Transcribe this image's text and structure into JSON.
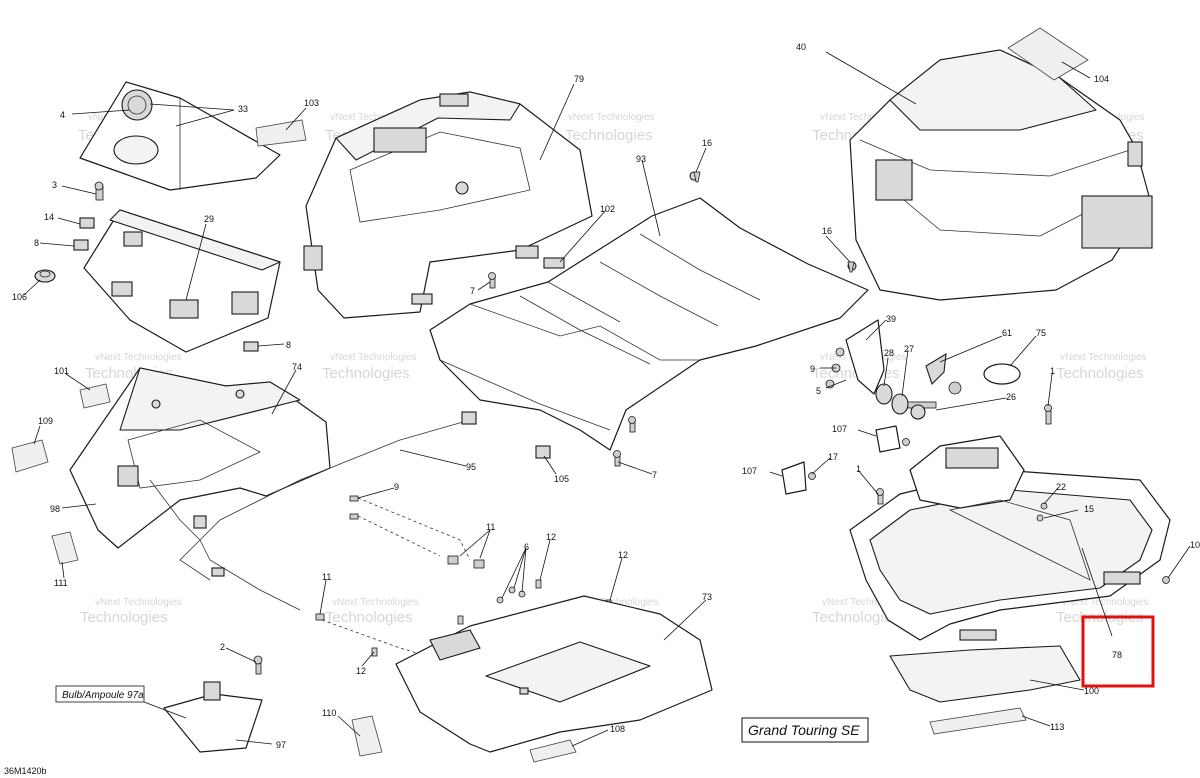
{
  "diagram": {
    "model_label": "Grand Touring SE",
    "bulb_label": "Bulb/Ampoule 97a",
    "drawing_code": "36M1420b",
    "highlight_colour": "#e01010",
    "callouts": {
      "c40": "40",
      "c104": "104",
      "c79": "79",
      "c103": "103",
      "c4": "4",
      "c33": "33",
      "c3": "3",
      "c14": "14",
      "c29": "29",
      "c8a": "8",
      "c106": "106",
      "c8b": "8",
      "c93": "93",
      "c16a": "16",
      "c16b": "16",
      "c102": "102",
      "c7a": "7",
      "c101": "101",
      "c74": "74",
      "c109": "109",
      "c98": "98",
      "c111": "111",
      "c95": "95",
      "c105": "105",
      "c7b": "7",
      "c9a": "9",
      "c11a": "11",
      "c6": "6",
      "c12a": "12",
      "c12b": "12",
      "c11b": "11",
      "c12c": "12",
      "c73": "73",
      "c2": "2",
      "c97": "97",
      "c110": "110",
      "c108": "108",
      "c39": "39",
      "c9b": "9",
      "c28": "28",
      "c27": "27",
      "c5": "5",
      "c61": "61",
      "c75": "75",
      "c26": "26",
      "c1a": "1",
      "c107a": "107",
      "c107b": "107",
      "c17": "17",
      "c1b": "1",
      "c22": "22",
      "c15": "15",
      "c10": "10",
      "c78": "78",
      "c100": "100",
      "c113": "113"
    },
    "watermark": {
      "line1": "vNext Technologies",
      "line2": "Technologies"
    }
  }
}
